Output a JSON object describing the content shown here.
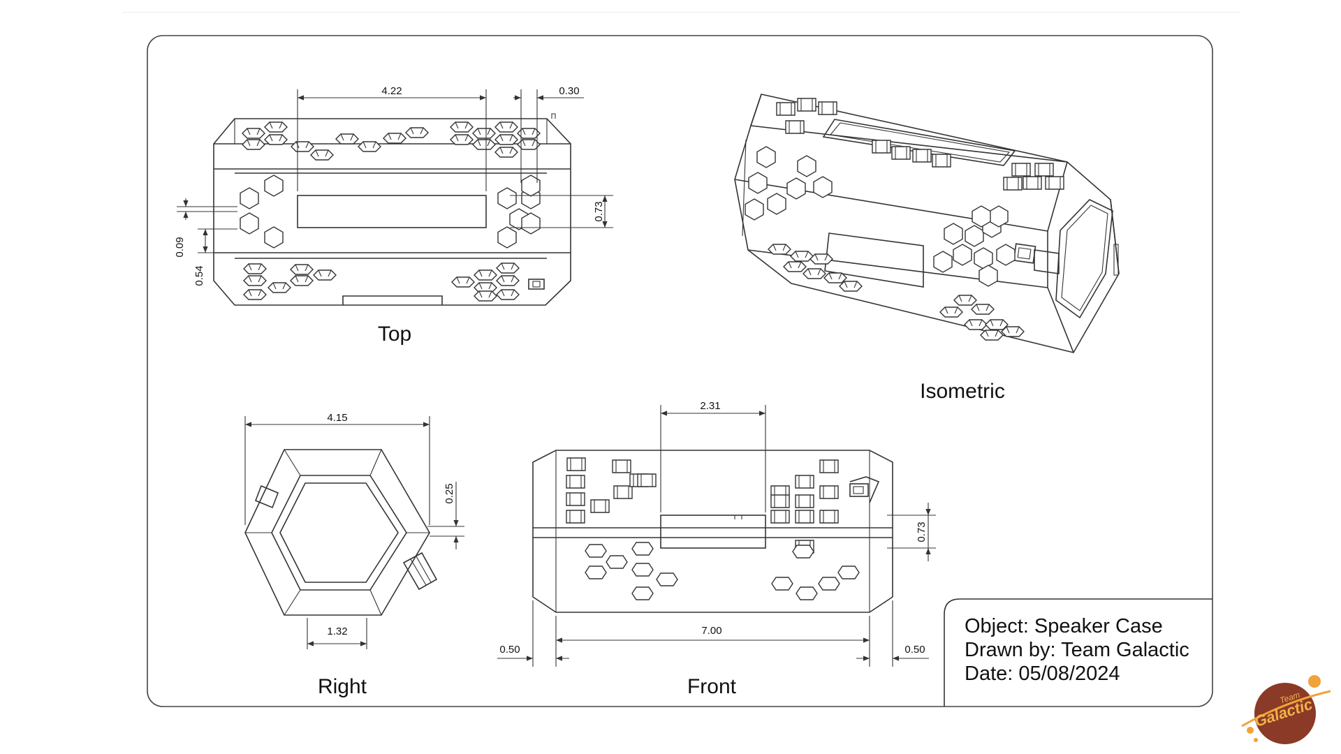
{
  "views": {
    "top": "Top",
    "isometric": "Isometric",
    "right": "Right",
    "front": "Front"
  },
  "dimensions": {
    "top_width": "4.22",
    "top_offset": "0.30",
    "top_height": "0.73",
    "top_small": "0.09",
    "top_side": "0.54",
    "right_width": "4.15",
    "right_offset": "0.25",
    "right_bottom": "1.32",
    "front_top": "2.31",
    "front_height": "0.73",
    "front_width": "7.00",
    "front_left": "0.50",
    "front_right": "0.50"
  },
  "title_block": {
    "object": "Object: Speaker Case",
    "drawn_by": "Drawn by: Team Galactic",
    "date": "Date: 05/08/2024"
  },
  "logo": {
    "line1": "Team",
    "line2": "Galactic",
    "colors": {
      "planet": "#8a3a26",
      "text": "#f2b24a",
      "ring": "#f2a23a"
    }
  }
}
